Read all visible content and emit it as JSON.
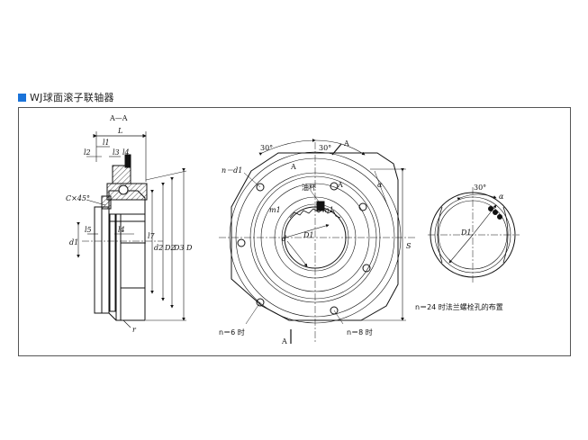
{
  "header": {
    "title": "WJ球面滚子联轴器",
    "accent_color": "#1a73d9"
  },
  "side_view": {
    "section": "A—A",
    "L": "L",
    "l1": "l1",
    "l2": "l2",
    "l3": "l3",
    "l4_top": "l4",
    "chamfer": "C×45°",
    "d1": "d1",
    "l5": "l5",
    "l4": "l4",
    "l7": "l7",
    "d2": "d2",
    "D2": "D2",
    "D3": "D3",
    "D": "D",
    "r": "r"
  },
  "front_view": {
    "angle_left": "30°",
    "angle_right": "30°",
    "A_top": "A",
    "A_inner": "A",
    "n_d1": "n－d1",
    "oil_cup": "油杯",
    "m1_left": "m1",
    "m1_right": "m1",
    "d": "d",
    "D1": "D1",
    "S": "S",
    "alpha": "α",
    "A_left": "A",
    "A_bottom": "A",
    "n6": "n＝6 时",
    "n8": "n＝8 时"
  },
  "detail_view": {
    "angle": "30°",
    "alpha": "α",
    "D1": "D1",
    "caption": "n＝24 时法兰螺栓孔的布置"
  }
}
